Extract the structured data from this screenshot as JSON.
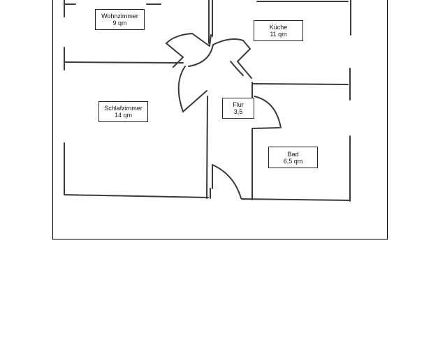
{
  "rooms": [
    {
      "name": "Wohnzimmer",
      "area": "9 qm"
    },
    {
      "name": "Küche",
      "area": "11 qm"
    },
    {
      "name": "Schlafzimmer",
      "area": "14 qm"
    },
    {
      "name": "Flur",
      "area": "3,5"
    },
    {
      "name": "Bad",
      "area": "6,5 qm"
    }
  ],
  "colors": {
    "wall": "#3a3a3a",
    "frame": "#000000",
    "background": "#ffffff"
  }
}
